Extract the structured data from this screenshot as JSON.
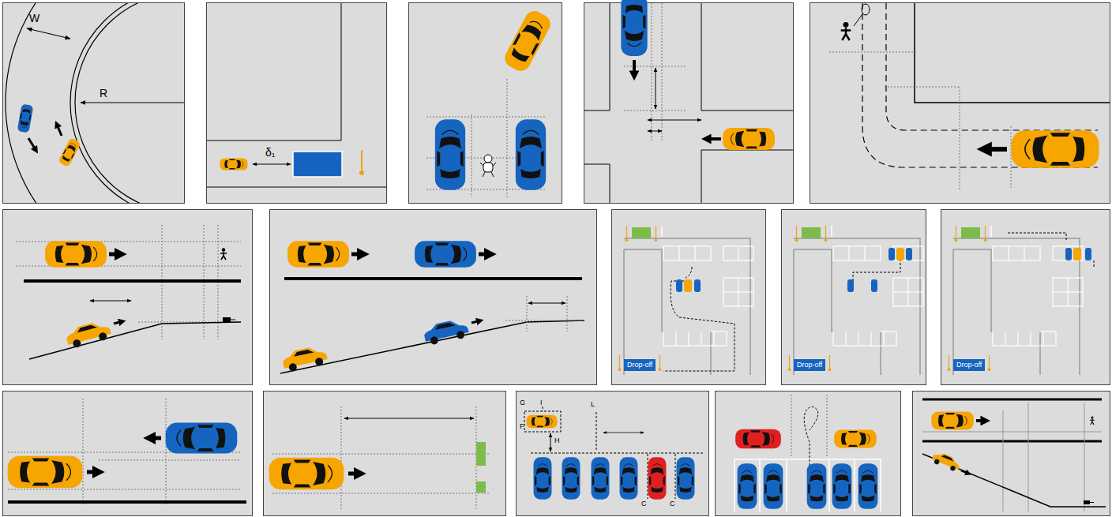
{
  "diagram": {
    "nodes": [
      {
        "text": [
          "Drop-off"
        ]
      },
      {
        "text": [
          "Drop-off"
        ]
      },
      {
        "text": [
          "Drop-off"
        ]
      }
    ],
    "labels": [
      "W",
      "R",
      "δ₁",
      "G",
      "I",
      "L",
      "F",
      "H",
      "C",
      "C"
    ]
  }
}
